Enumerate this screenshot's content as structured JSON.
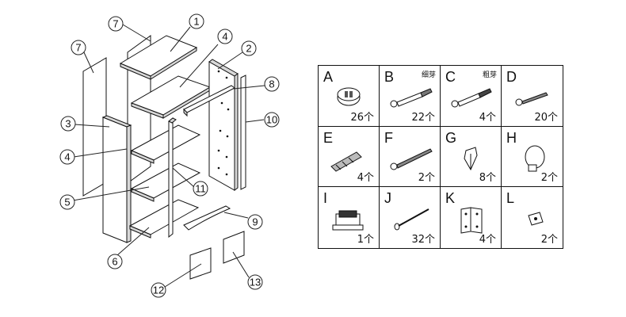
{
  "callouts": [
    "1",
    "2",
    "3",
    "4",
    "4",
    "5",
    "6",
    "7",
    "7",
    "8",
    "9",
    "10",
    "11",
    "12",
    "13"
  ],
  "parts": [
    {
      "letter": "A",
      "note": "",
      "qty": "26个",
      "icon": "cam-lock-icon"
    },
    {
      "letter": "B",
      "note": "细芽",
      "qty": "22个",
      "icon": "fine-thread-dowel-bolt-icon"
    },
    {
      "letter": "C",
      "note": "粗芽",
      "qty": "4个",
      "icon": "coarse-thread-dowel-bolt-icon"
    },
    {
      "letter": "D",
      "note": "",
      "qty": "20个",
      "icon": "wood-screw-icon"
    },
    {
      "letter": "E",
      "note": "",
      "qty": "4个",
      "icon": "wooden-dowel-icon"
    },
    {
      "letter": "F",
      "note": "",
      "qty": "2个",
      "icon": "long-screw-icon"
    },
    {
      "letter": "G",
      "note": "",
      "qty": "8个",
      "icon": "shelf-support-pin-icon"
    },
    {
      "letter": "H",
      "note": "",
      "qty": "2个",
      "icon": "knob-icon"
    },
    {
      "letter": "I",
      "note": "",
      "qty": "1个",
      "icon": "magnetic-catch-icon"
    },
    {
      "letter": "J",
      "note": "",
      "qty": "32个",
      "icon": "nail-icon"
    },
    {
      "letter": "K",
      "note": "",
      "qty": "4个",
      "icon": "hinge-icon"
    },
    {
      "letter": "L",
      "note": "",
      "qty": "2个",
      "icon": "square-pad-icon"
    }
  ]
}
